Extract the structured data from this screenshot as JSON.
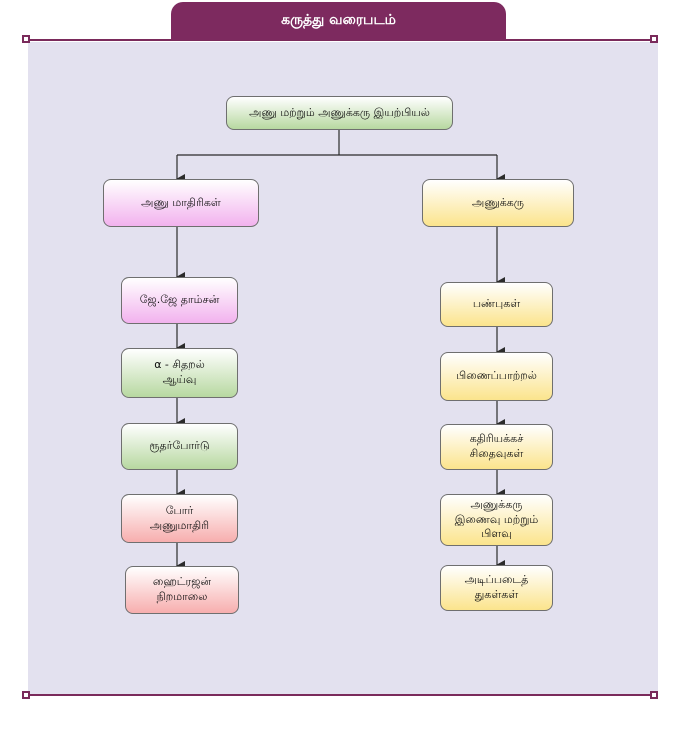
{
  "header": {
    "title": "கருத்து வரைபடம்"
  },
  "nodes": {
    "root": "அணு மற்றும் அணுக்கரு இயற்பியல்",
    "atom_models": "அணு மாதிரிகள்",
    "thomson": "ஜே.ஜே தாம்சன்",
    "alpha_scattering": "α - சிதறல்\nஆய்வு",
    "rutherford": "ரூதர்போர்டு",
    "bohr_model": "போர்\nஅணுமாதிரி",
    "hydrogen_spectrum": "ஹைட்ரஜன்\nநிறமாலை",
    "nucleus": "அணுக்கரு",
    "properties": "பண்புகள்",
    "binding_energy": "பிணைப்பாற்றல்",
    "radioactive_decay": "கதிரியக்கச்\nசிதைவுகள்",
    "fusion_fission": "அணுக்கரு\nஇணைவு மற்றும்\nபிளவு",
    "elementary_particles": "அடிப்படைத்\nதுகள்கள்"
  }
}
